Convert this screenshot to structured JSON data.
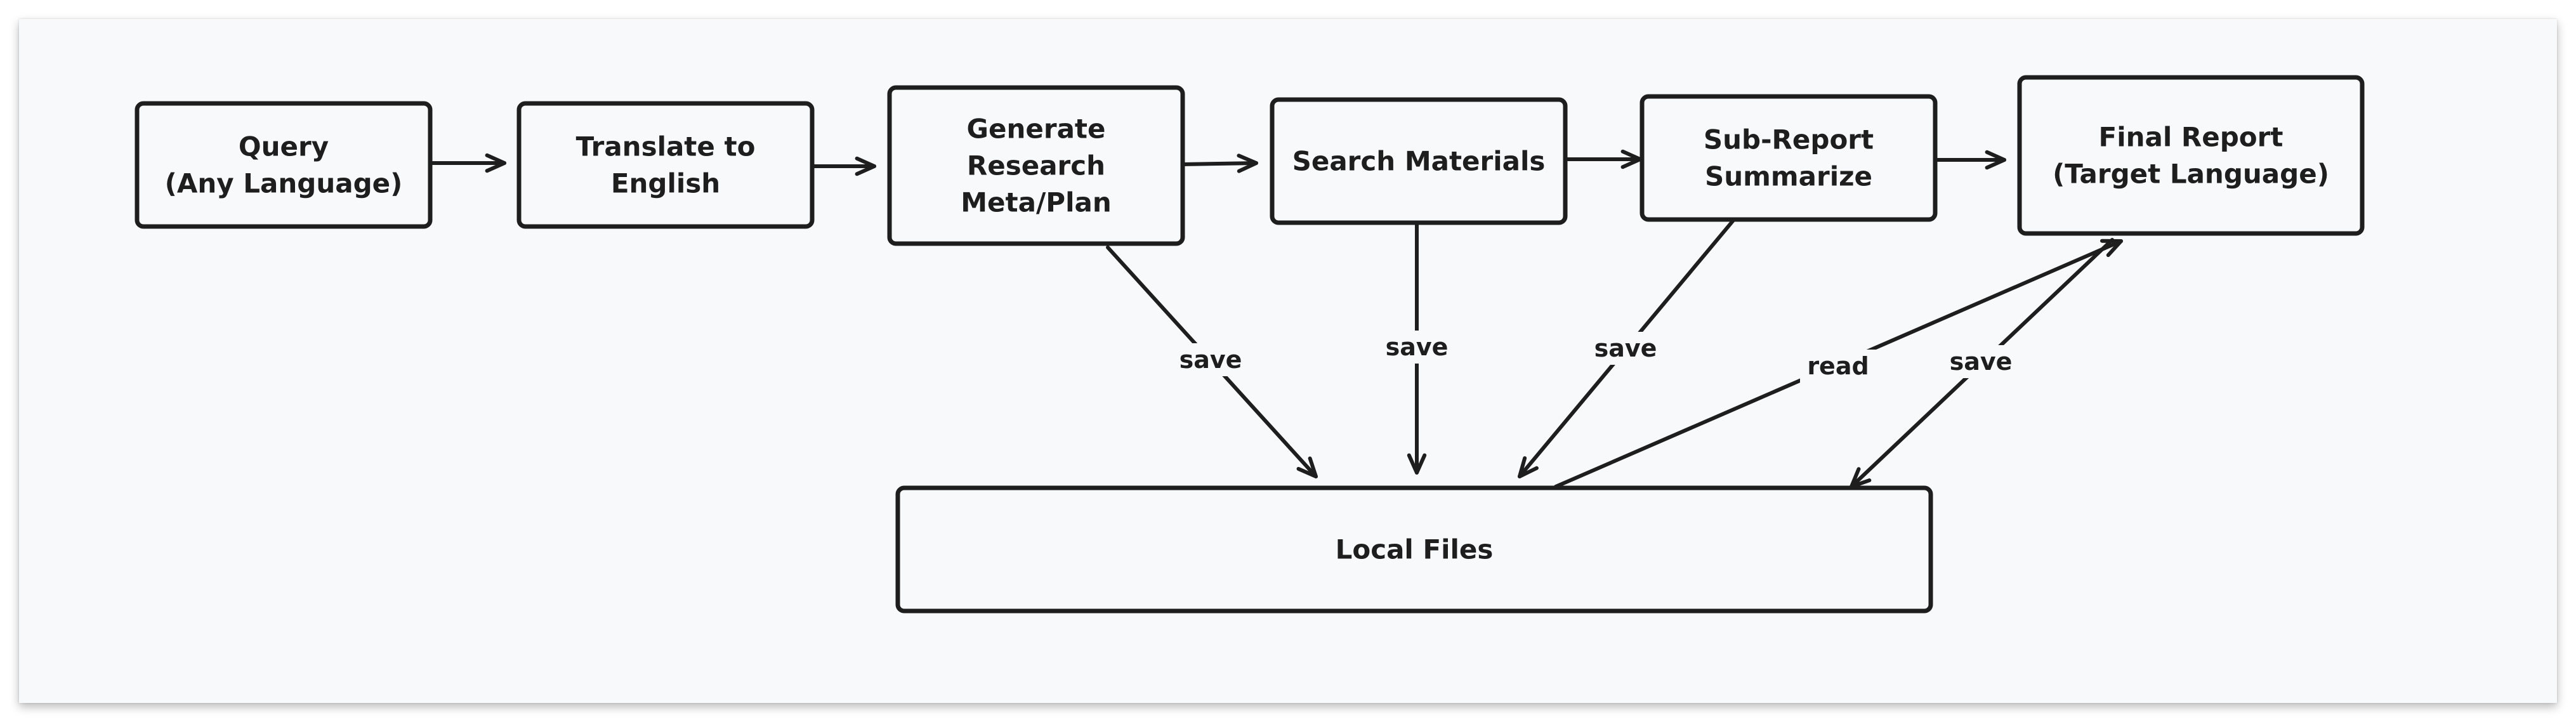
{
  "diagram": {
    "nodes": [
      {
        "id": "query",
        "lines": [
          "Query",
          "(Any Language)"
        ]
      },
      {
        "id": "translate",
        "lines": [
          "Translate to",
          "English"
        ]
      },
      {
        "id": "plan",
        "lines": [
          "Generate",
          "Research",
          "Meta/Plan"
        ]
      },
      {
        "id": "search",
        "lines": [
          "Search Materials"
        ]
      },
      {
        "id": "subreport",
        "lines": [
          "Sub-Report",
          "Summarize"
        ]
      },
      {
        "id": "final",
        "lines": [
          "Final Report",
          "(Target Language)"
        ]
      },
      {
        "id": "local",
        "lines": [
          "Local Files"
        ]
      }
    ],
    "edges": [
      {
        "from": "query",
        "to": "translate",
        "label": ""
      },
      {
        "from": "translate",
        "to": "plan",
        "label": ""
      },
      {
        "from": "plan",
        "to": "search",
        "label": ""
      },
      {
        "from": "search",
        "to": "subreport",
        "label": ""
      },
      {
        "from": "subreport",
        "to": "final",
        "label": ""
      },
      {
        "from": "plan",
        "to": "local",
        "label": "save"
      },
      {
        "from": "search",
        "to": "local",
        "label": "save"
      },
      {
        "from": "subreport",
        "to": "local",
        "label": "save"
      },
      {
        "from": "local",
        "to": "final",
        "label": "read"
      },
      {
        "from": "final",
        "to": "local",
        "label": "save"
      }
    ]
  }
}
